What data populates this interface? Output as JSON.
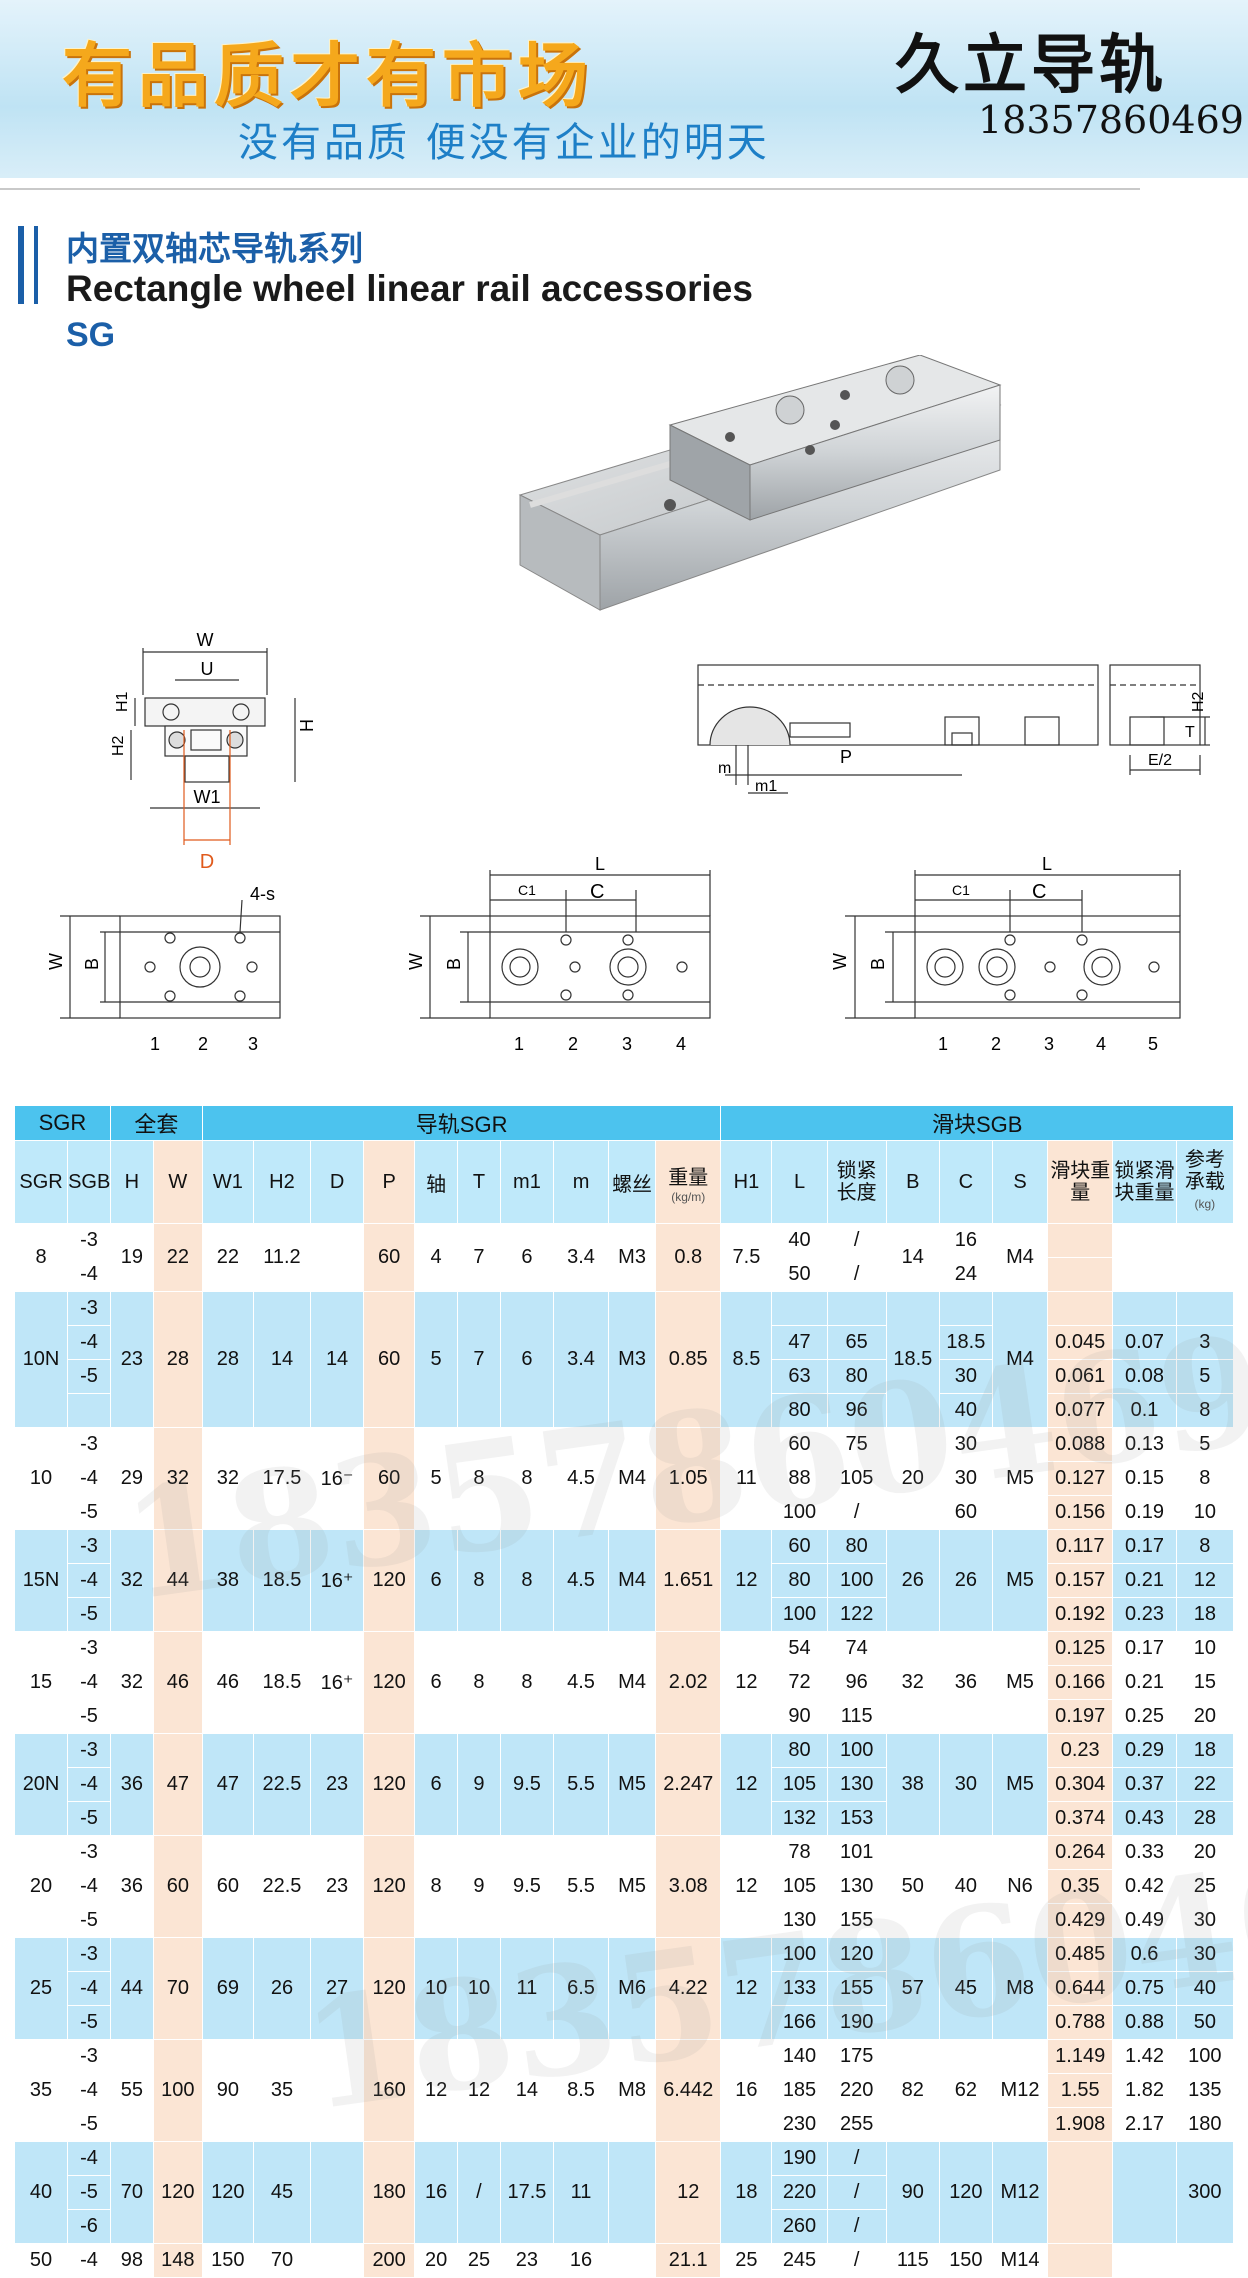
{
  "banner": {
    "slogan_main": "有品质才有市场",
    "slogan_sub": "没有品质  便没有企业的明天",
    "brand": "久立导轨",
    "phone": "18357860469"
  },
  "section": {
    "title_cn": "内置双轴芯导轨系列",
    "title_en": "Rectangle wheel linear rail accessories",
    "series": "SG"
  },
  "diagrams": {
    "cross": {
      "W": "W",
      "U": "U",
      "H1": "H1",
      "H2": "H2",
      "H": "H",
      "W1": "W1",
      "D": "D"
    },
    "side": {
      "H2": "H2",
      "T": "T",
      "P": "P",
      "m": "m",
      "m1": "m1",
      "E2": "E/2"
    },
    "top1": {
      "s": "4-s",
      "W": "W",
      "B": "B",
      "n1": "1",
      "n2": "2",
      "n3": "3"
    },
    "top2": {
      "L": "L",
      "C1": "C1",
      "C": "C",
      "W": "W",
      "B": "B",
      "n1": "1",
      "n2": "2",
      "n3": "3",
      "n4": "4"
    },
    "top3": {
      "L": "L",
      "C1": "C1",
      "C": "C",
      "W": "W",
      "B": "B",
      "n1": "1",
      "n2": "2",
      "n3": "3",
      "n4": "4",
      "n5": "5"
    }
  },
  "watermark": "18357860469",
  "table": {
    "group_headers": {
      "sgr": "SGR",
      "set": "全套",
      "rail": "导轨SGR",
      "slider": "滑块SGB"
    },
    "col_headers": {
      "sgr": "SGR",
      "sgb": "SGB",
      "h": "H",
      "w": "W",
      "w1": "W1",
      "h2": "H2",
      "d": "D",
      "p": "P",
      "shaft": "轴",
      "t": "T",
      "m1": "m1",
      "m": "m",
      "screw": "螺丝",
      "weight": "重量",
      "weight_unit": "(kg/m)",
      "hh1": "H1",
      "l": "L",
      "lock_len": "锁紧长度",
      "b": "B",
      "c": "C",
      "s": "S",
      "block_wt": "滑块重量",
      "lock_wt": "锁紧滑块重量",
      "load": "参考承载",
      "load_unit": "(kg)"
    },
    "groups": [
      {
        "sgr": "8",
        "band": "a",
        "common": {
          "h": "19",
          "w": "22",
          "w1": "22",
          "h2": "11.2",
          "d": "",
          "p": "60",
          "shaft": "4",
          "t": "7",
          "m1": "6",
          "m": "3.4",
          "screw": "M3",
          "weight": "0.8",
          "hh1": "7.5",
          "b": "14",
          "s": "M4"
        },
        "rows": [
          {
            "sgb": "-3",
            "l": "40",
            "lock": "/",
            "c": "16",
            "bw": "",
            "lw": "",
            "load": ""
          },
          {
            "sgb": "-4",
            "l": "50",
            "lock": "/",
            "c": "24",
            "bw": "",
            "lw": "",
            "load": ""
          }
        ]
      },
      {
        "sgr": "10N",
        "band": "b",
        "common": {
          "h": "23",
          "w": "28",
          "w1": "28",
          "h2": "14",
          "d": "14",
          "p": "60",
          "shaft": "5",
          "t": "7",
          "m1": "6",
          "m": "3.4",
          "screw": "M3",
          "weight": "0.85",
          "hh1": "8.5",
          "b": "18.5",
          "s": "M4"
        },
        "rows": [
          {
            "sgb": "-3",
            "l": "",
            "lock": "",
            "c": "",
            "bw": "",
            "lw": "",
            "load": ""
          },
          {
            "sgb": "-4",
            "l": "47",
            "lock": "65",
            "c": "18.5",
            "bw": "0.045",
            "lw": "0.07",
            "load": "3"
          },
          {
            "sgb": "-5",
            "l": "63",
            "lock": "80",
            "c": "30",
            "bw": "0.061",
            "lw": "0.08",
            "load": "5"
          },
          {
            "sgb": "",
            "l": "80",
            "lock": "96",
            "c": "40",
            "bw": "0.077",
            "lw": "0.1",
            "load": "8"
          }
        ]
      },
      {
        "sgr": "10",
        "band": "a",
        "common": {
          "h": "29",
          "w": "32",
          "w1": "32",
          "h2": "17.5",
          "d": "16⁻",
          "p": "60",
          "shaft": "5",
          "t": "8",
          "m1": "8",
          "m": "4.5",
          "screw": "M4",
          "weight": "1.05",
          "hh1": "11",
          "b": "20",
          "s": "M5"
        },
        "rows": [
          {
            "sgb": "-3",
            "l": "60",
            "lock": "75",
            "c": "30",
            "bw": "0.088",
            "lw": "0.13",
            "load": "5"
          },
          {
            "sgb": "-4",
            "l": "88",
            "lock": "105",
            "c": "30",
            "bw": "0.127",
            "lw": "0.15",
            "load": "8"
          },
          {
            "sgb": "-5",
            "l": "100",
            "lock": "/",
            "c": "60",
            "bw": "0.156",
            "lw": "0.19",
            "load": "10"
          }
        ]
      },
      {
        "sgr": "15N",
        "band": "b",
        "common": {
          "h": "32",
          "w": "44",
          "w1": "38",
          "h2": "18.5",
          "d": "16⁺",
          "p": "120",
          "shaft": "6",
          "t": "8",
          "m1": "8",
          "m": "4.5",
          "screw": "M4",
          "weight": "1.651",
          "hh1": "12",
          "b": "26",
          "c": "26",
          "s": "M5"
        },
        "rows": [
          {
            "sgb": "-3",
            "l": "60",
            "lock": "80",
            "bw": "0.117",
            "lw": "0.17",
            "load": "8"
          },
          {
            "sgb": "-4",
            "l": "80",
            "lock": "100",
            "bw": "0.157",
            "lw": "0.21",
            "load": "12"
          },
          {
            "sgb": "-5",
            "l": "100",
            "lock": "122",
            "bw": "0.192",
            "lw": "0.23",
            "load": "18"
          }
        ]
      },
      {
        "sgr": "15",
        "band": "a",
        "common": {
          "h": "32",
          "w": "46",
          "w1": "46",
          "h2": "18.5",
          "d": "16⁺",
          "p": "120",
          "shaft": "6",
          "t": "8",
          "m1": "8",
          "m": "4.5",
          "screw": "M4",
          "weight": "2.02",
          "hh1": "12",
          "b": "32",
          "c": "36",
          "s": "M5"
        },
        "rows": [
          {
            "sgb": "-3",
            "l": "54",
            "lock": "74",
            "bw": "0.125",
            "lw": "0.17",
            "load": "10"
          },
          {
            "sgb": "-4",
            "l": "72",
            "lock": "96",
            "bw": "0.166",
            "lw": "0.21",
            "load": "15"
          },
          {
            "sgb": "-5",
            "l": "90",
            "lock": "115",
            "bw": "0.197",
            "lw": "0.25",
            "load": "20"
          }
        ]
      },
      {
        "sgr": "20N",
        "band": "b",
        "common": {
          "h": "36",
          "w": "47",
          "w1": "47",
          "h2": "22.5",
          "d": "23",
          "p": "120",
          "shaft": "6",
          "t": "9",
          "m1": "9.5",
          "m": "5.5",
          "screw": "M5",
          "weight": "2.247",
          "hh1": "12",
          "b": "38",
          "c": "30",
          "s": "M5"
        },
        "rows": [
          {
            "sgb": "-3",
            "l": "80",
            "lock": "100",
            "bw": "0.23",
            "lw": "0.29",
            "load": "18"
          },
          {
            "sgb": "-4",
            "l": "105",
            "lock": "130",
            "bw": "0.304",
            "lw": "0.37",
            "load": "22"
          },
          {
            "sgb": "-5",
            "l": "132",
            "lock": "153",
            "bw": "0.374",
            "lw": "0.43",
            "load": "28"
          }
        ]
      },
      {
        "sgr": "20",
        "band": "a",
        "common": {
          "h": "36",
          "w": "60",
          "w1": "60",
          "h2": "22.5",
          "d": "23",
          "p": "120",
          "shaft": "8",
          "t": "9",
          "m1": "9.5",
          "m": "5.5",
          "screw": "M5",
          "weight": "3.08",
          "hh1": "12",
          "b": "50",
          "c": "40",
          "s": "N6"
        },
        "rows": [
          {
            "sgb": "-3",
            "l": "78",
            "lock": "101",
            "bw": "0.264",
            "lw": "0.33",
            "load": "20"
          },
          {
            "sgb": "-4",
            "l": "105",
            "lock": "130",
            "bw": "0.35",
            "lw": "0.42",
            "load": "25"
          },
          {
            "sgb": "-5",
            "l": "130",
            "lock": "155",
            "bw": "0.429",
            "lw": "0.49",
            "load": "30"
          }
        ]
      },
      {
        "sgr": "25",
        "band": "b",
        "common": {
          "h": "44",
          "w": "70",
          "w1": "69",
          "h2": "26",
          "d": "27",
          "p": "120",
          "shaft": "10",
          "t": "10",
          "m1": "11",
          "m": "6.5",
          "screw": "M6",
          "weight": "4.22",
          "hh1": "12",
          "b": "57",
          "c": "45",
          "s": "M8"
        },
        "rows": [
          {
            "sgb": "-3",
            "l": "100",
            "lock": "120",
            "bw": "0.485",
            "lw": "0.6",
            "load": "30"
          },
          {
            "sgb": "-4",
            "l": "133",
            "lock": "155",
            "bw": "0.644",
            "lw": "0.75",
            "load": "40"
          },
          {
            "sgb": "-5",
            "l": "166",
            "lock": "190",
            "bw": "0.788",
            "lw": "0.88",
            "load": "50"
          }
        ]
      },
      {
        "sgr": "35",
        "band": "a",
        "common": {
          "h": "55",
          "w": "100",
          "w1": "90",
          "h2": "35",
          "d": "",
          "p": "160",
          "shaft": "12",
          "t": "12",
          "m1": "14",
          "m": "8.5",
          "screw": "M8",
          "weight": "6.442",
          "hh1": "16",
          "b": "82",
          "c": "62",
          "s": "M12"
        },
        "rows": [
          {
            "sgb": "-3",
            "l": "140",
            "lock": "175",
            "bw": "1.149",
            "lw": "1.42",
            "load": "100"
          },
          {
            "sgb": "-4",
            "l": "185",
            "lock": "220",
            "bw": "1.55",
            "lw": "1.82",
            "load": "135"
          },
          {
            "sgb": "-5",
            "l": "230",
            "lock": "255",
            "bw": "1.908",
            "lw": "2.17",
            "load": "180"
          }
        ]
      },
      {
        "sgr": "40",
        "band": "b",
        "common": {
          "h": "70",
          "w": "120",
          "w1": "120",
          "h2": "45",
          "d": "",
          "p": "180",
          "shaft": "16",
          "t": "/",
          "m1": "17.5",
          "m": "11",
          "screw": "",
          "weight": "12",
          "hh1": "18",
          "b": "90",
          "c": "120",
          "s": "M12",
          "bw": "",
          "lw": "",
          "load": "300"
        },
        "rows": [
          {
            "sgb": "-4",
            "l": "190",
            "lock": "/"
          },
          {
            "sgb": "-5",
            "l": "220",
            "lock": "/"
          },
          {
            "sgb": "-6",
            "l": "260",
            "lock": "/"
          }
        ]
      },
      {
        "sgr": "50",
        "band": "a",
        "common": {
          "h": "98",
          "w": "148",
          "w1": "150",
          "h2": "70",
          "d": "",
          "p": "200",
          "shaft": "20",
          "t": "25",
          "m1": "23",
          "m": "16",
          "screw": "",
          "weight": "21.1",
          "hh1": "25",
          "b": "115",
          "c": "150",
          "s": "M14"
        },
        "rows": [
          {
            "sgb": "-4",
            "l": "245",
            "lock": "/",
            "bw": "",
            "lw": "",
            "load": ""
          }
        ]
      }
    ]
  }
}
